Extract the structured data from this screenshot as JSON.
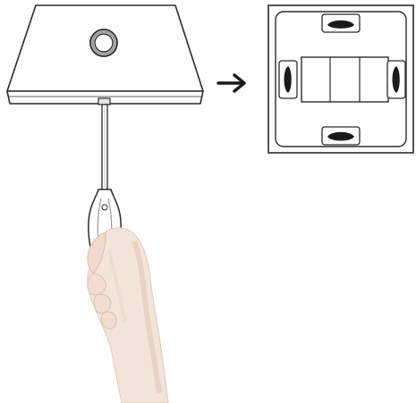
{
  "figure": {
    "panels": [
      {
        "id": "switch-cover-removal",
        "icon": "switch-panel-with-screwdriver"
      },
      {
        "id": "switch-backplate",
        "icon": "mounting-plate-with-clips"
      }
    ],
    "connector": {
      "icon": "right-arrow-icon"
    },
    "tool": {
      "icon": "screwdriver-icon"
    },
    "hand": {
      "icon": "hand-icon"
    },
    "colors": {
      "line": "#2b2b2b",
      "clip": "#1a1a1a",
      "skin": "#f3e4da",
      "skin_shadow": "#d9bfae"
    }
  }
}
